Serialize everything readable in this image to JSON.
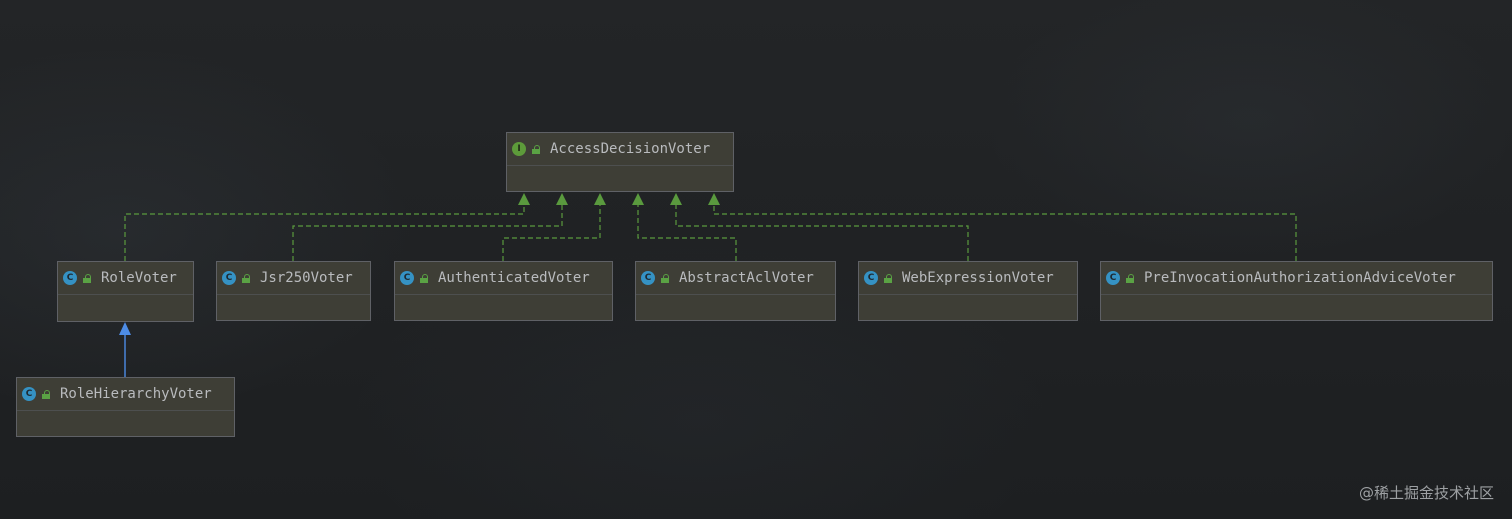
{
  "diagram": {
    "interface": {
      "name": "AccessDecisionVoter",
      "kind": "interface"
    },
    "classes": [
      {
        "id": "role",
        "name": "RoleVoter"
      },
      {
        "id": "jsr",
        "name": "Jsr250Voter"
      },
      {
        "id": "auth",
        "name": "AuthenticatedVoter"
      },
      {
        "id": "acl",
        "name": "AbstractAclVoter"
      },
      {
        "id": "web",
        "name": "WebExpressionVoter"
      },
      {
        "id": "pre",
        "name": "PreInvocationAuthorizationAdviceVoter"
      },
      {
        "id": "hier",
        "name": "RoleHierarchyVoter"
      }
    ],
    "relations": [
      {
        "from": "role",
        "to": "interface",
        "type": "implements"
      },
      {
        "from": "jsr",
        "to": "interface",
        "type": "implements"
      },
      {
        "from": "auth",
        "to": "interface",
        "type": "implements"
      },
      {
        "from": "acl",
        "to": "interface",
        "type": "implements"
      },
      {
        "from": "web",
        "to": "interface",
        "type": "implements"
      },
      {
        "from": "pre",
        "to": "interface",
        "type": "implements"
      },
      {
        "from": "hier",
        "to": "role",
        "type": "extends"
      }
    ],
    "badges": {
      "interface": "I",
      "class": "C"
    },
    "colors": {
      "implements": "#5a9a3e",
      "extends": "#4d8ce6",
      "node_fill": "#3e3e36"
    }
  },
  "watermark": "@稀土掘金技术社区"
}
